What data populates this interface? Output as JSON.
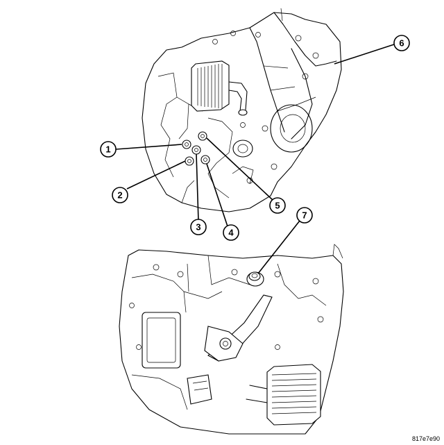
{
  "figure": {
    "callouts": [
      {
        "id": "1",
        "label": "1"
      },
      {
        "id": "2",
        "label": "2"
      },
      {
        "id": "3",
        "label": "3"
      },
      {
        "id": "4",
        "label": "4"
      },
      {
        "id": "5",
        "label": "5"
      },
      {
        "id": "6",
        "label": "6"
      },
      {
        "id": "7",
        "label": "7"
      }
    ],
    "figure_code": "817e7e90"
  }
}
